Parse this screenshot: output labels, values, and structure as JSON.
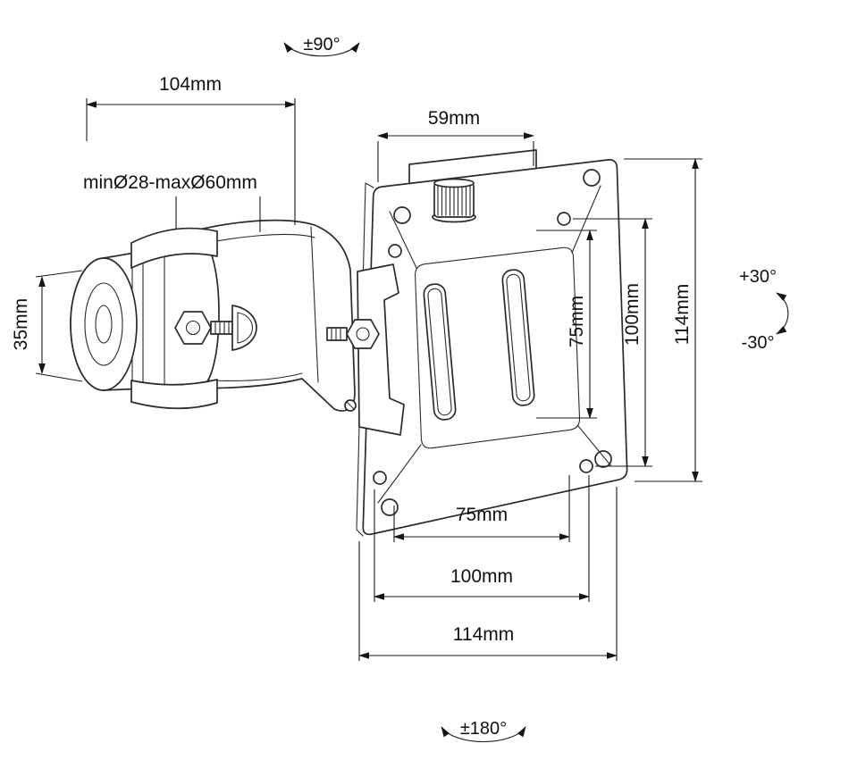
{
  "annotations": {
    "rotation_top": "±90°",
    "tilt_up": "+30°",
    "tilt_down": "-30°",
    "rotation_bottom": "±180°"
  },
  "dimensions": {
    "arm_length": "104mm",
    "pole_range": "minØ28-maxØ60mm",
    "clamp_height": "35mm",
    "top_width": "59mm",
    "vesa_v_75": "75mm",
    "vesa_v_100": "100mm",
    "height_114": "114mm",
    "vesa_h_75": "75mm",
    "vesa_h_100": "100mm",
    "width_114": "114mm"
  }
}
